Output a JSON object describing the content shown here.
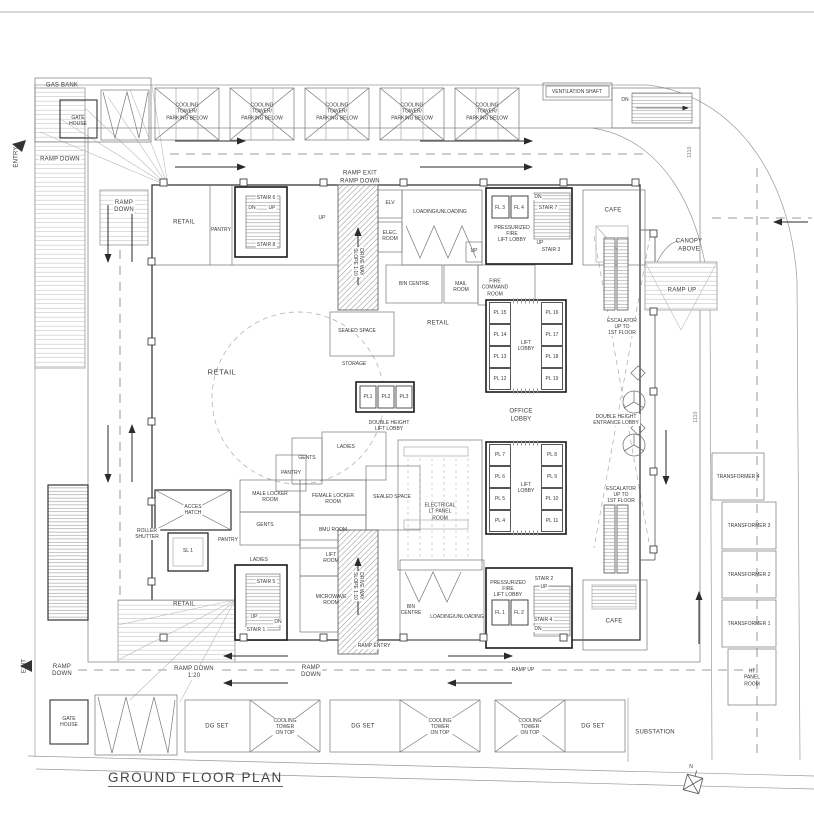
{
  "title": "GROUND FLOOR PLAN",
  "north": "N",
  "common": {
    "retail": "RETAIL",
    "pantry": "PANTRY",
    "gents": "GENTS",
    "ladies": "LADIES",
    "up": "UP",
    "dn": "DN",
    "lift_lobby": "LIFT\nLOBBY",
    "sealed_space": "SEALED SPACE",
    "escalator": "ESCALATOR\nUP TO\n1ST FLOOR",
    "pressurized": "PRESSURIZED\nFIRE\nLIFT LOBBY",
    "loading_unloading": "LOADING/UNLOADING",
    "cafe": "CAFE",
    "drive_way": "DRIVE WAY\nSLOPE 1:10",
    "ramp_down": "RAMP DOWN",
    "ramp_down_2": "RAMP\nDOWN",
    "ramp_up": "RAMP UP",
    "dg_set": "DG SET",
    "cooling_parking": "COOLING\nTOWER/\nPARKING BELOW",
    "cooling_on_top": "COOLING\nTOWER\nON TOP"
  },
  "site": {
    "gas_bank": "GAS BANK",
    "gate_house": "GATE\nHOUSE",
    "ventilation_shaft": "VENTILATION SHAFT",
    "canopy": "CANOPY\nABOVE",
    "substation": "SUBSTATION"
  },
  "roads": {
    "entry": "ENTRY",
    "exit": "EXIT",
    "ramp_exit": "RAMP EXIT\nRAMP DOWN",
    "ramp_down_120": "RAMP DOWN\n1:20",
    "ramp_entry": "RAMP ENTRY"
  },
  "stairs": {
    "s1": "STAIR 1",
    "s2": "STAIR 2",
    "s3": "STAIR 3",
    "s4": "STAIR 4",
    "s5": "STAIR 5",
    "s6": "STAIR 6",
    "s7": "STAIR 7",
    "s8": "STAIR 8"
  },
  "lifts": {
    "fl1": "FL 1",
    "fl2": "FL 2",
    "fl3": "FL 3",
    "fl4": "FL 4",
    "p1": "PL1",
    "p2": "PL2",
    "p3": "PL3",
    "pl4": "PL 4",
    "pl5": "PL 5",
    "pl6": "PL 6",
    "pl7": "PL 7",
    "pl8": "PL 8",
    "pl9": "PL 9",
    "pl10": "PL 10",
    "pl11": "PL 11",
    "pl12": "PL 12",
    "pl13": "PL 13",
    "pl14": "PL 14",
    "pl15": "PL 15",
    "pl16": "PL 16",
    "pl17": "PL 17",
    "pl18": "PL 18",
    "pl19": "PL 19"
  },
  "rooms": {
    "elv": "ELV",
    "elec": "ELEC.\nROOM",
    "bin_centre": "BIN CENTRE",
    "bin_centre_2": "BIN\nCENTRE",
    "mail": "MAIL\nROOM",
    "fire_command": "FIRE\nCOMMAND\nROOM",
    "storage": "STORAGE",
    "office_lobby": "OFFICE\nLOBBY",
    "dbl_lift": "DOUBLE HEIGHT\nLIFT LOBBY",
    "dbl_entrance": "DOUBLE HEIGHT\nENTRANCE LOBBY",
    "male_locker": "MALE LOCKER\nROOM",
    "female_locker": "FEMALE LOCKER\nROOM",
    "bmu": "BMU ROOM",
    "acces_hatch": "ACCES\nHATCH",
    "roller_shutter": "ROLLER\nSHUTTER",
    "sl1": "SL 1",
    "lift_room": "LIFT\nROOM",
    "microwave": "MICROWAVE\nROOM",
    "electrical": "ELECTRICAL\nLT PANEL\nROOM",
    "ht_panel": "HT\nPANEL\nROOM",
    "t1": "TRANSFORMER 1",
    "t2": "TRANSFORMER 2",
    "t3": "TRANSFORMER 3",
    "t4": "TRANSFORMER 4"
  },
  "dims": {
    "d1": "1110",
    "d2": "1110"
  }
}
